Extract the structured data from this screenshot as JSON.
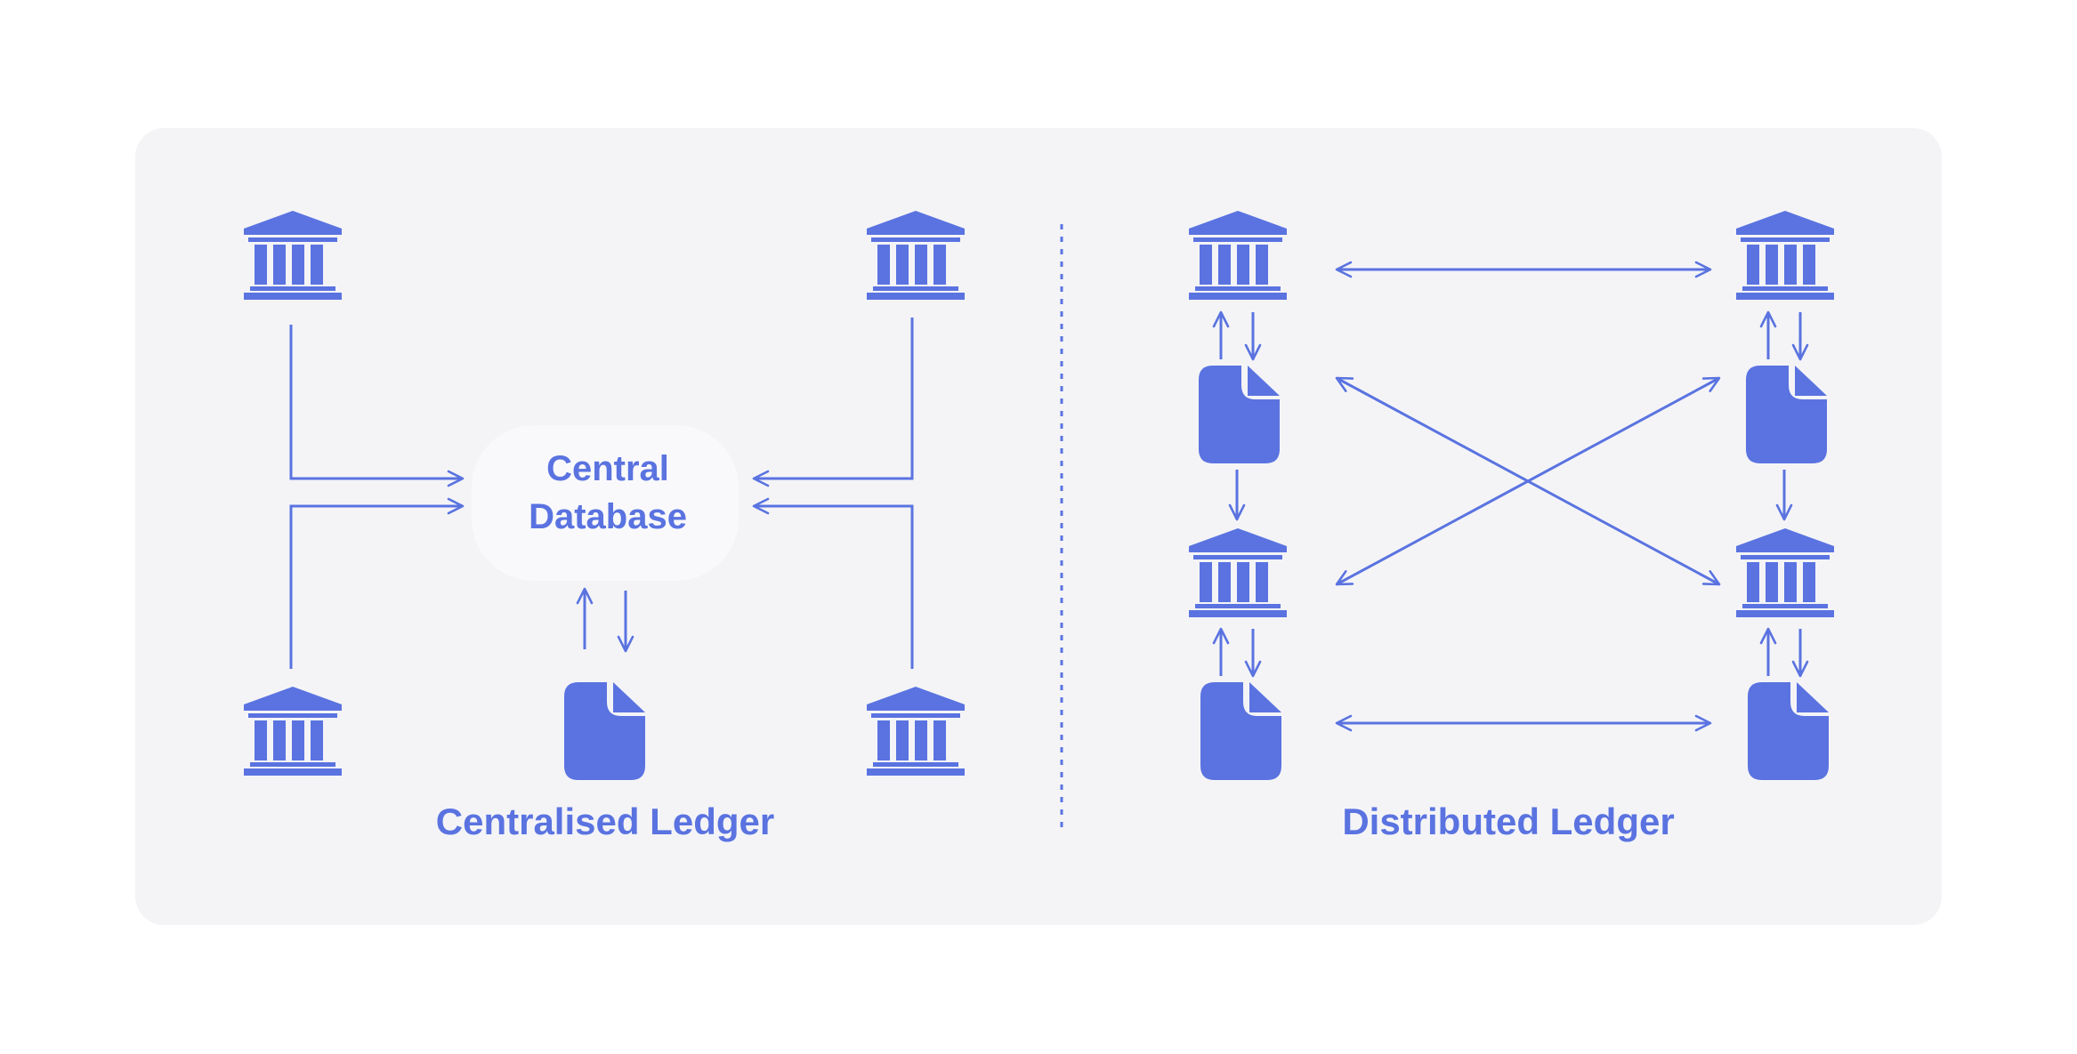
{
  "central": {
    "title_line1": "Central",
    "title_line2": "Database"
  },
  "captions": {
    "centralised": "Centralised Ledger",
    "distributed": "Distributed Ledger"
  },
  "colors": {
    "accent": "#5a73e0",
    "panel": "#f4f4f7",
    "background": "#ffffff"
  },
  "icons": {
    "institution": "bank-icon",
    "ledger": "document-icon"
  }
}
